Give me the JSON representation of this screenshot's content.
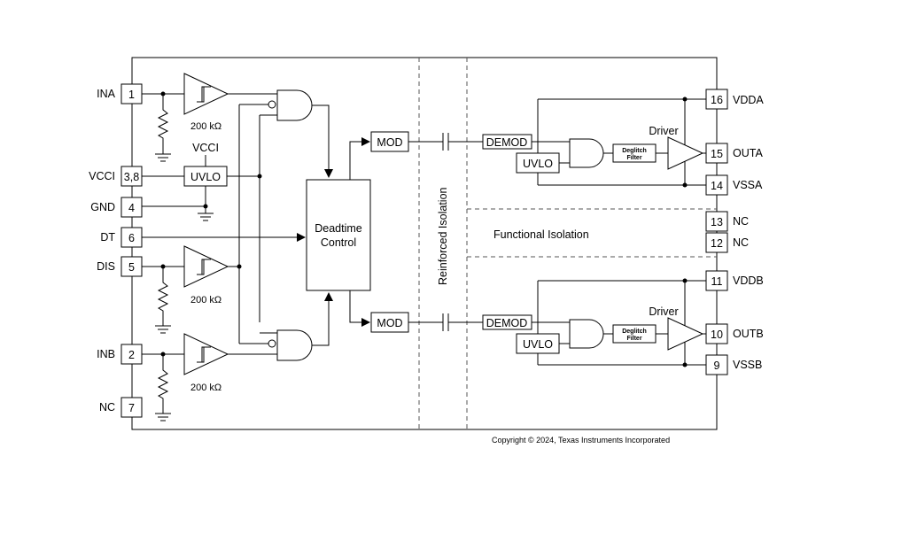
{
  "pins_left": [
    {
      "num": "1",
      "name": "INA"
    },
    {
      "num": "3,8",
      "name": "VCCI"
    },
    {
      "num": "4",
      "name": "GND"
    },
    {
      "num": "6",
      "name": "DT"
    },
    {
      "num": "5",
      "name": "DIS"
    },
    {
      "num": "2",
      "name": "INB"
    },
    {
      "num": "7",
      "name": "NC"
    }
  ],
  "pins_right": [
    {
      "num": "16",
      "name": "VDDA"
    },
    {
      "num": "15",
      "name": "OUTA"
    },
    {
      "num": "14",
      "name": "VSSA"
    },
    {
      "num": "13",
      "name": "NC"
    },
    {
      "num": "12",
      "name": "NC"
    },
    {
      "num": "11",
      "name": "VDDB"
    },
    {
      "num": "10",
      "name": "OUTB"
    },
    {
      "num": "9",
      "name": "VSSB"
    }
  ],
  "blocks": {
    "uvlo_in": "UVLO",
    "vcci_label": "VCCI",
    "deadtime_line1": "Deadtime",
    "deadtime_line2": "Control",
    "mod": "MOD",
    "demod": "DEMOD",
    "uvlo_out": "UVLO",
    "deglitch_line1": "Deglitch",
    "deglitch_line2": "Filter",
    "driver": "Driver",
    "resistor": "200 kΩ"
  },
  "labels": {
    "reinforced_isolation": "Reinforced Isolation",
    "functional_isolation": "Functional Isolation",
    "copyright": "Copyright © 2024, Texas Instruments Incorporated"
  }
}
